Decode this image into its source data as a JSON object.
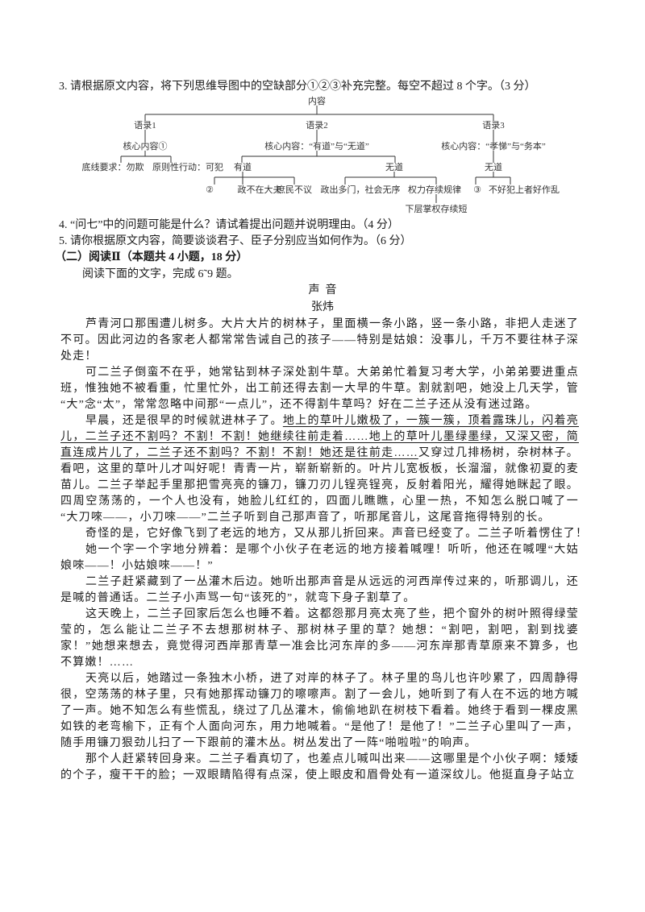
{
  "questions": {
    "q3": "3. 请根据原文内容，将下列思维导图中的空缺部分①②③补充完整。每空不超过 8 个字。（3 分）",
    "q4": "4. “问七”中的问题可能是什么？请试着提出问题并说明理由。（4 分）",
    "q5": "5. 请你根据原文内容，简要谈谈君子、臣子分别应当如何作为。（6 分）"
  },
  "mindmap": {
    "root": "内容",
    "yulu1": {
      "label": "语录1",
      "core": "核心内容①",
      "left": "底线要求：勿欺",
      "right": "原则性行动：可犯"
    },
    "yulu2": {
      "label": "语录2",
      "core": "核心内容：“有道”与“无道”",
      "youdao": {
        "label": "有道",
        "items": [
          "②",
          "政不在大夫",
          "庶民不议"
        ]
      },
      "wudao": {
        "label": "无道",
        "items": [
          "政出多门，社会无序",
          "权力存续规律"
        ],
        "sub": "下层掌权存续短"
      }
    },
    "yulu3": {
      "label": "语录3",
      "core": "核心内容：“孝悌”与“务本”",
      "wudao": {
        "label": "无道",
        "items": [
          "③",
          "不好犯上者好作乱"
        ]
      }
    }
  },
  "section": {
    "heading": "（二）阅读Ⅱ（本题共 4 小题，18 分）",
    "instruction": "阅读下面的文字，完成 6˜9 题。",
    "article_title": "声  音",
    "author": "张炜"
  },
  "paragraphs": [
    [
      "芦青河口那围遭儿树多。大片大片的树林子，里面横一条小路，竖一条小路，非把人走迷了",
      "不可。因此河边的各家老人都常常告诫自己的孩子——特别是姑娘：没事儿，千万不要往林子深",
      "处走！"
    ],
    [
      "可二兰子倒蛮不在乎，她常钻到林子深处割牛草。大弟弟忙着复习考大学，小弟弟要进重点",
      "班，惟独她不被看重，忙里忙外，出工前还得去割一大早的牛草。割就割吧，她没上几天学，管",
      "“大”念“太”，常常忽略中间那“一点儿”，还不得割牛草吗？好在二兰子还从没有迷过路。"
    ],
    [
      [
        {
          "t": "早晨，还是很早的时候就进林子了。"
        },
        {
          "t": "地上的草叶儿嫩极了，一簇一簇，顶着露珠儿，闪着亮",
          "u": true
        }
      ],
      [
        {
          "t": "儿，二兰子还不割吗？不割！不割！她继续往前走着……地上的草叶儿墨绿墨绿，又深又密，简",
          "u": true
        }
      ],
      [
        {
          "t": "直连成片儿了，二兰子还不割吗？不割！不割！她还是往前走……",
          "u": true
        },
        {
          "t": "又穿过几排杨树，杂树林子。"
        }
      ],
      "看吧，这里的草叶儿才叫好呢！青青一片，崭新崭新的。叶片儿宽板板，长溜溜，就像初夏的麦",
      "苗儿。二兰子举起手里那把雪亮亮的镰刀，镰刀刃儿锃亮锃亮，反射着阳光，耀得她眯起了眼。",
      "四周空荡荡的，一个人也没有，她脸儿红红的，四面儿瞧瞧，心里一热，不知怎么脱口喊了一声：",
      "“大刀唻——，小刀唻——”二兰子听到自己那声音了，听那尾音儿，这尾音拖得特别的长。"
    ],
    [
      "奇怪的是，它好像飞到了老远的地方，又从那儿折回来。声音已经变了。二兰子听着愣住了！"
    ],
    [
      "她一个字一个字地分辨着：是哪个小伙子在老远的地方接着喊哩！听听，他还在喊哩“大姑",
      "娘唻——！小姑娘唻——！”"
    ],
    [
      "二兰子赶紧藏到了一丛灌木后边。她听出那声音是从远远的河西岸传过来的，听那调儿，还",
      "是喊的普通话。二兰子小声骂一句“该死的”，就弯下身子割草了。"
    ],
    [
      "这天晚上，二兰子回家后怎么也睡不着。这都怨那月亮太亮了些，把个窗外的树叶照得绿莹",
      "莹的，怎么能让二兰子不去想那树林子、那树林子里的草？她想：“割吧，割吧，割到找婆",
      "家！”她想来想去，竟觉得河西岸那青草一准会比河东岸的多——河东岸那青草原来不算多，也",
      "不算嫩！……"
    ],
    [
      "天亮以后，她踏过一条独木小桥，进了对岸的林子了。林子里的鸟儿也许吵累了，四周静得",
      "很，空荡荡的林子里，只有她那挥动镰刀的嚓嚓声。割了一会儿，她听到了有人在不远的地方喊",
      "了一声。她不知怎么有些慌乱，绕过了几丛灌木，偷偷地趴在树枝下看着。她终于看到一棵皮黑",
      "如铁的老弯榆下，正有个人面向河东，用力地喊着。“是他了！是他了！”二兰子心里叫了一声，",
      "随手用镰刀狠劲儿扫了一下跟前的灌木丛。树丛发出了一阵“啪啦啦”的响声。"
    ],
    [
      "那个人赶紧转回身来。二兰子看真切了，也差点儿喊叫出来——这哪里是个小伙子啊：矮矮",
      "的个子，瘦干干的脸；一双眼睛陷得有点深，使上眼皮和眉骨处有一道深纹儿。他挺直身子站立"
    ]
  ]
}
